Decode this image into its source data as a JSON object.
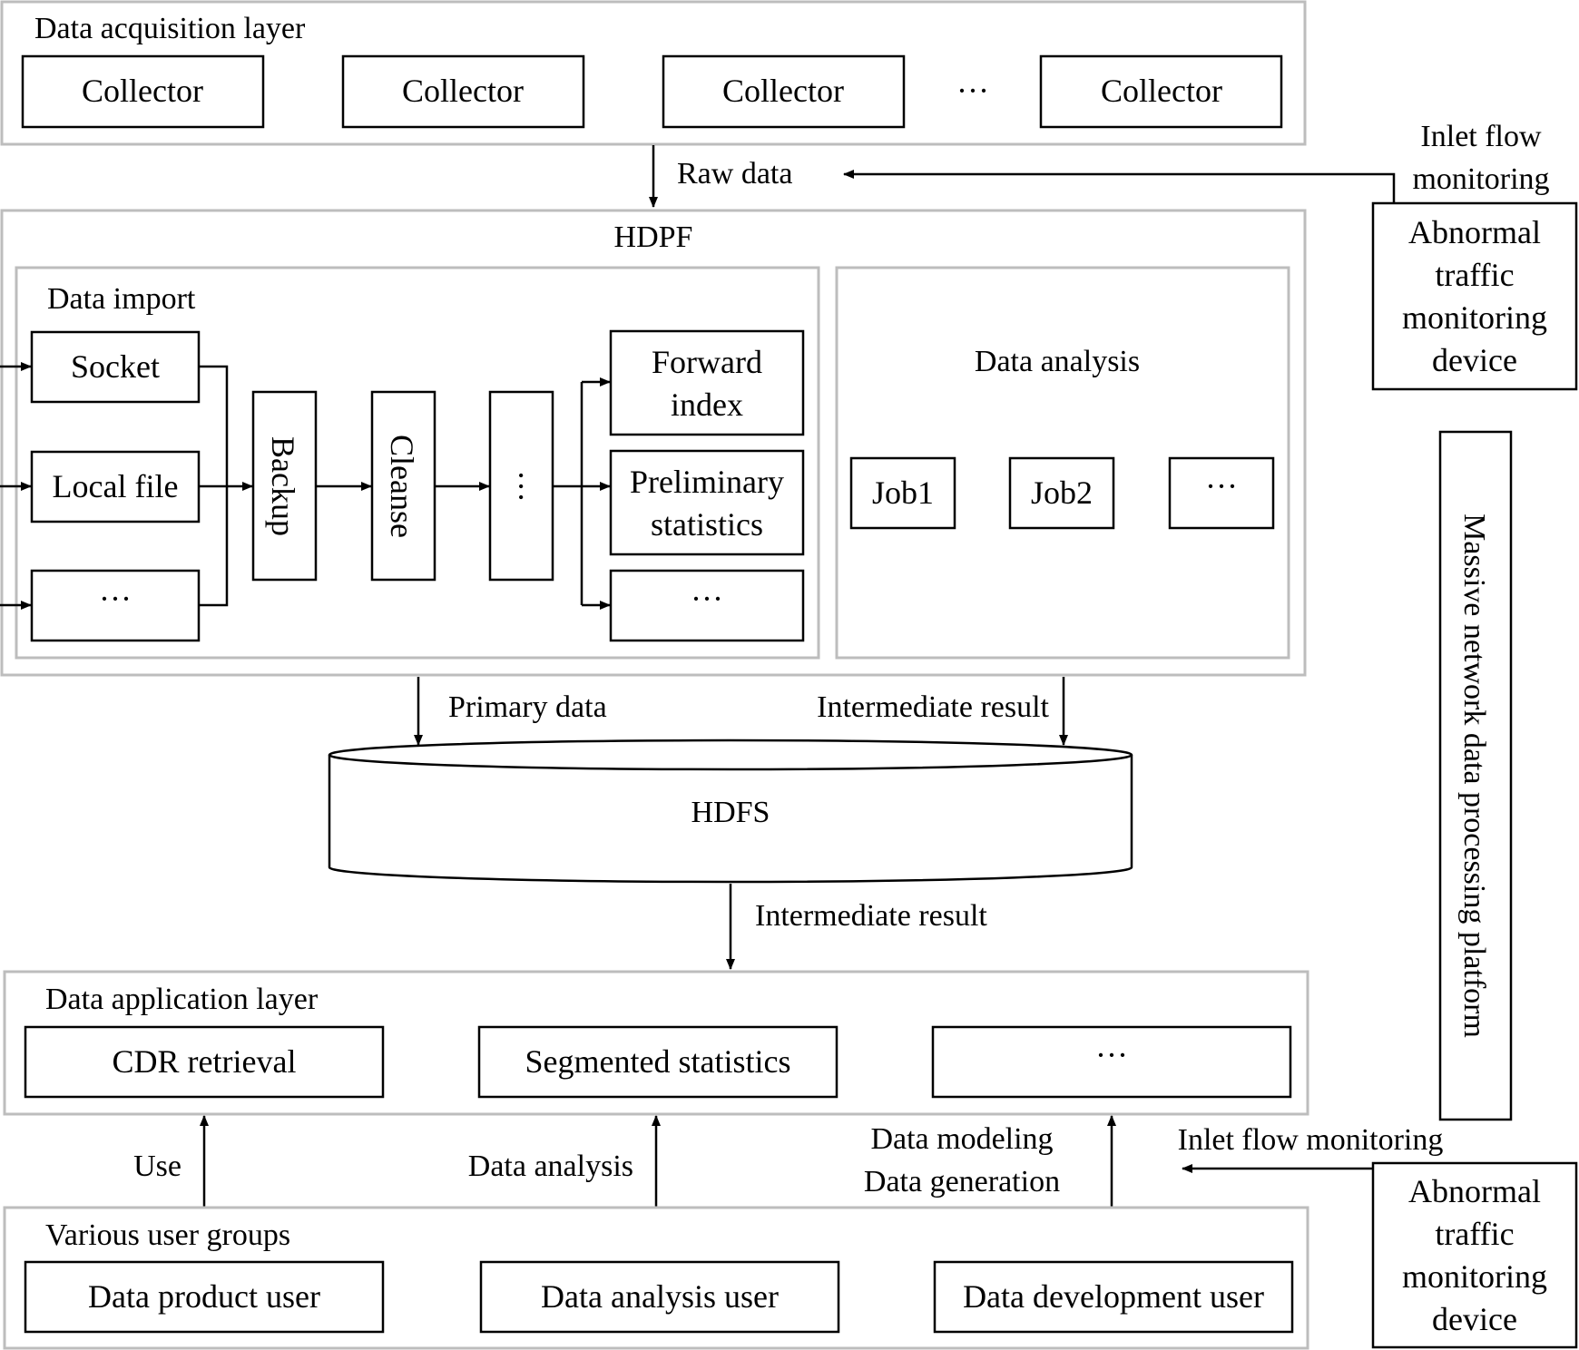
{
  "acquisition": {
    "title": "Data acquisition layer",
    "collectors": [
      "Collector",
      "Collector",
      "Collector",
      "Collector"
    ],
    "ellipsis": "···"
  },
  "arrows": {
    "raw_data": "Raw data",
    "inlet_flow_top": [
      "Inlet flow",
      "monitoring"
    ],
    "primary_data": "Primary data",
    "intermediate_result_1": "Intermediate result",
    "intermediate_result_2": "Intermediate result",
    "use": "Use",
    "data_analysis": "Data analysis",
    "data_modeling": "Data modeling",
    "data_generation": "Data generation",
    "inlet_flow_bottom": "Inlet flow monitoring"
  },
  "monitor_device": [
    "Abnormal",
    "traffic",
    "monitoring",
    "device"
  ],
  "hdpf": {
    "title": "HDPF",
    "data_import": {
      "title": "Data import",
      "inputs": [
        "Socket",
        "Local file",
        "···"
      ],
      "stages": [
        "Backup",
        "Cleanse",
        "···"
      ],
      "outputs": [
        [
          "Forward",
          "index"
        ],
        [
          "Preliminary",
          "statistics"
        ],
        [
          "···"
        ]
      ]
    },
    "data_analysis": {
      "title": "Data analysis",
      "jobs": [
        "Job1",
        "Job2",
        "···"
      ]
    }
  },
  "hdfs": {
    "label": "HDFS"
  },
  "platform_label": "Massive network data processing platform",
  "application": {
    "title": "Data application layer",
    "items": [
      "CDR retrieval",
      "Segmented statistics",
      "···"
    ]
  },
  "users": {
    "title": "Various user groups",
    "items": [
      "Data product user",
      "Data analysis user",
      "Data development user"
    ]
  }
}
